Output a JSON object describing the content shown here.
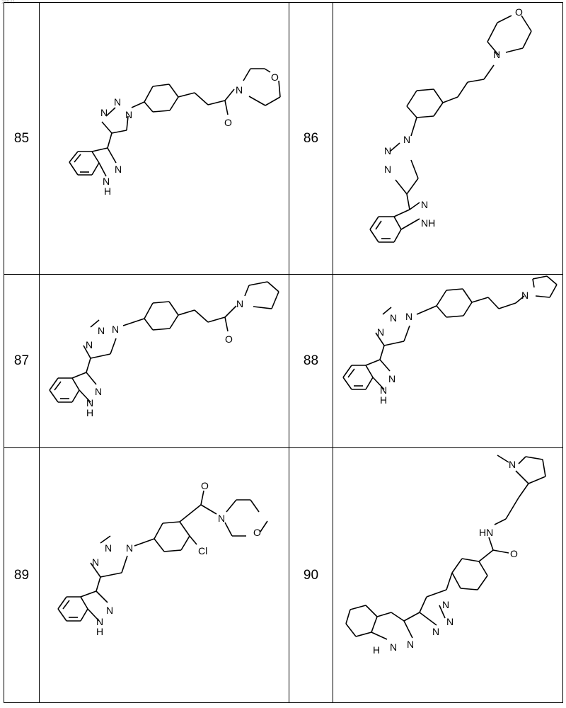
{
  "page_header": "28541",
  "compounds": [
    {
      "number": "85",
      "labels": {
        "n_tri1": "N",
        "n_tri2": "N",
        "n_tri3": "N",
        "n_ind2": "N",
        "nh_ind": "H",
        "n_ind1": "N",
        "o_carbonyl": "O",
        "n_amide": "N",
        "o_ring": "O"
      }
    },
    {
      "number": "86",
      "labels": {
        "o_ring": "O",
        "n_amine": "N",
        "n_tri1": "N",
        "n_tri2": "N",
        "n_tri3": "N",
        "n_ind2": "N",
        "nh_ind": "NH"
      }
    },
    {
      "number": "87",
      "labels": {
        "n_tri1": "N",
        "n_tri2": "N",
        "n_tri3": "N",
        "n_ind2": "N",
        "n_ind1": "N",
        "nh_ind": "H",
        "o_carbonyl": "O",
        "n_amide": "N"
      }
    },
    {
      "number": "88",
      "labels": {
        "n_tri1": "N",
        "n_tri2": "N",
        "n_tri3": "N",
        "n_ind2": "N",
        "n_ind1": "N",
        "nh_ind": "H",
        "n_amine": "N"
      }
    },
    {
      "number": "89",
      "labels": {
        "n_tri1": "N",
        "n_tri2": "N",
        "n_tri3": "N",
        "n_ind2": "N",
        "n_ind1": "N",
        "nh_ind": "H",
        "o_carbonyl": "O",
        "n_amide": "N",
        "o_ring": "O",
        "cl": "Cl"
      }
    },
    {
      "number": "90",
      "labels": {
        "n_methyl": "N",
        "nh_amide": "HN",
        "o_carbonyl": "O",
        "n_tri1": "N",
        "n_tri2": "N",
        "n_tri3": "N",
        "n_ind2": "N",
        "n_ind1": "N",
        "nh_ind": "H"
      }
    }
  ]
}
